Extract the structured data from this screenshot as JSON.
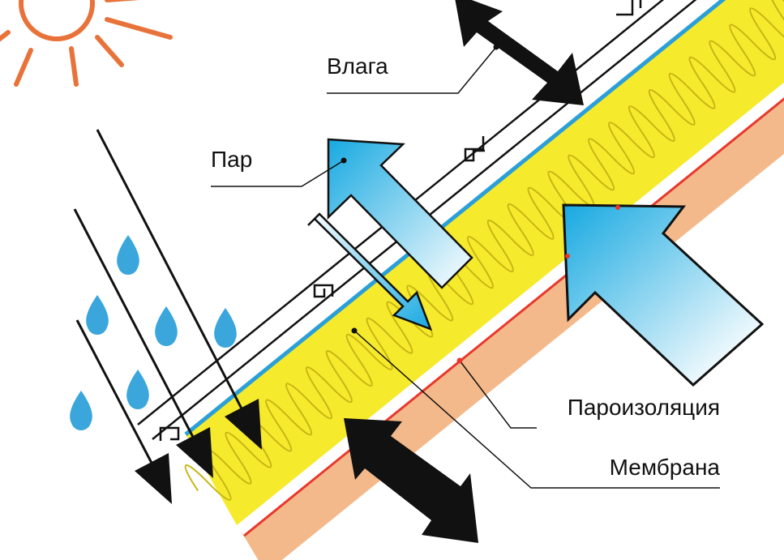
{
  "labels": {
    "moisture": "Влага",
    "vapor": "Пар",
    "vapor_barrier": "Пароизоляция",
    "membrane": "Мембрана"
  },
  "colors": {
    "sun": "#e8733a",
    "rain_drop": "#3aa6dc",
    "membrane_line": "#2a9fd8",
    "insulation": "#f6ea2c",
    "insulation_edge": "#c9b515",
    "vapor_barrier_line": "#e8382d",
    "inner_lining": "#f4b98a",
    "vapor_arrow": "#17a9e1",
    "arrow_dark": "#111111"
  }
}
